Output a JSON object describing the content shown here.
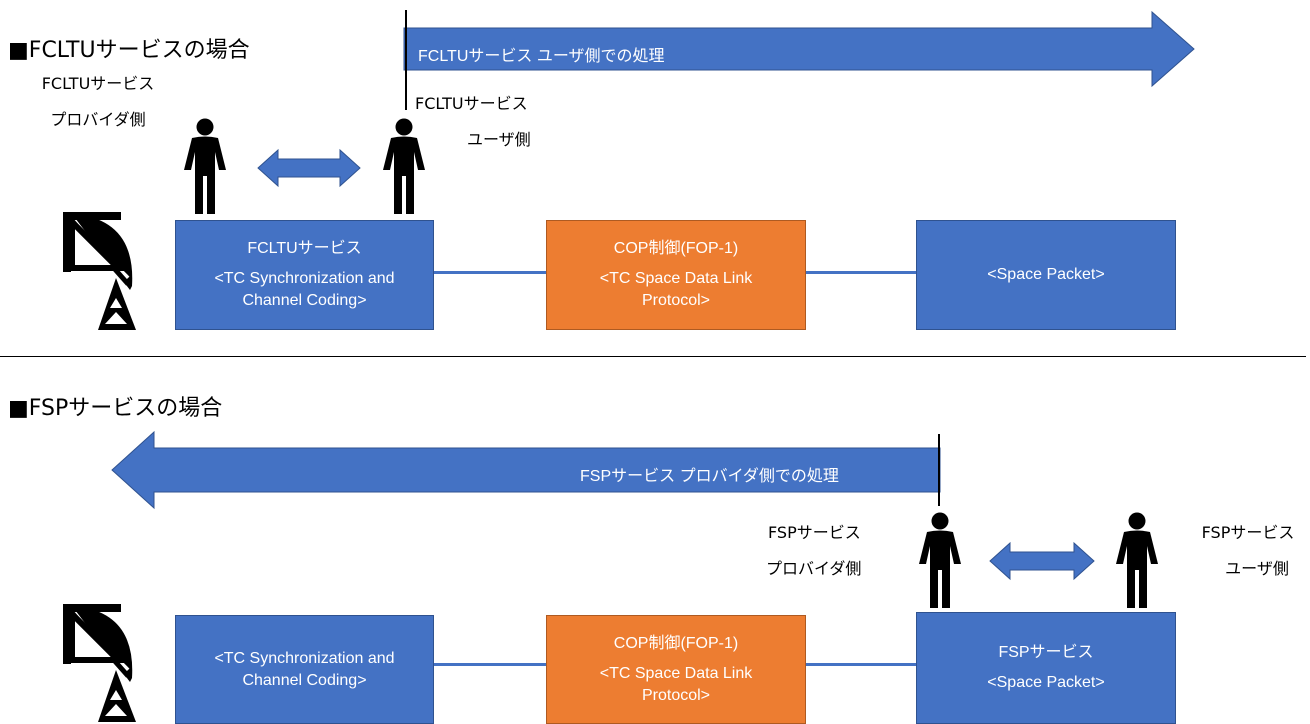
{
  "fcltu": {
    "heading": "■FCLTUサービスの場合",
    "arrow_label": "FCLTUサービス ユーザ側での処理",
    "provider_line1": "FCLTUサービス",
    "provider_line2": "プロバイダ側",
    "user_line1": "FCLTUサービス",
    "user_line2": "ユーザ側",
    "box1_line1": "FCLTUサービス",
    "box1_line2": "<TC Synchronization and",
    "box1_line3": "Channel Coding>",
    "box2_line1": "COP制御(FOP-1)",
    "box2_line2": "<TC Space Data Link",
    "box2_line3": "Protocol>",
    "box3_line1": "<Space Packet>"
  },
  "fsp": {
    "heading": "■FSPサービスの場合",
    "arrow_label": "FSPサービス プロバイダ側での処理",
    "provider_line1": "FSPサービス",
    "provider_line2": "プロバイダ側",
    "user_line1": "FSPサービス",
    "user_line2": "ユーザ側",
    "box1_line1": "<TC Synchronization and",
    "box1_line2": "Channel Coding>",
    "box2_line1": "COP制御(FOP-1)",
    "box2_line2": "<TC Space Data Link",
    "box2_line3": "Protocol>",
    "box3_line1": "FSPサービス",
    "box3_line2": "<Space Packet>"
  },
  "colors": {
    "blue": "#4472c4",
    "orange": "#ed7d31",
    "black": "#000000"
  },
  "icons": [
    "person-icon",
    "satellite-dish-icon",
    "double-arrow-icon"
  ]
}
